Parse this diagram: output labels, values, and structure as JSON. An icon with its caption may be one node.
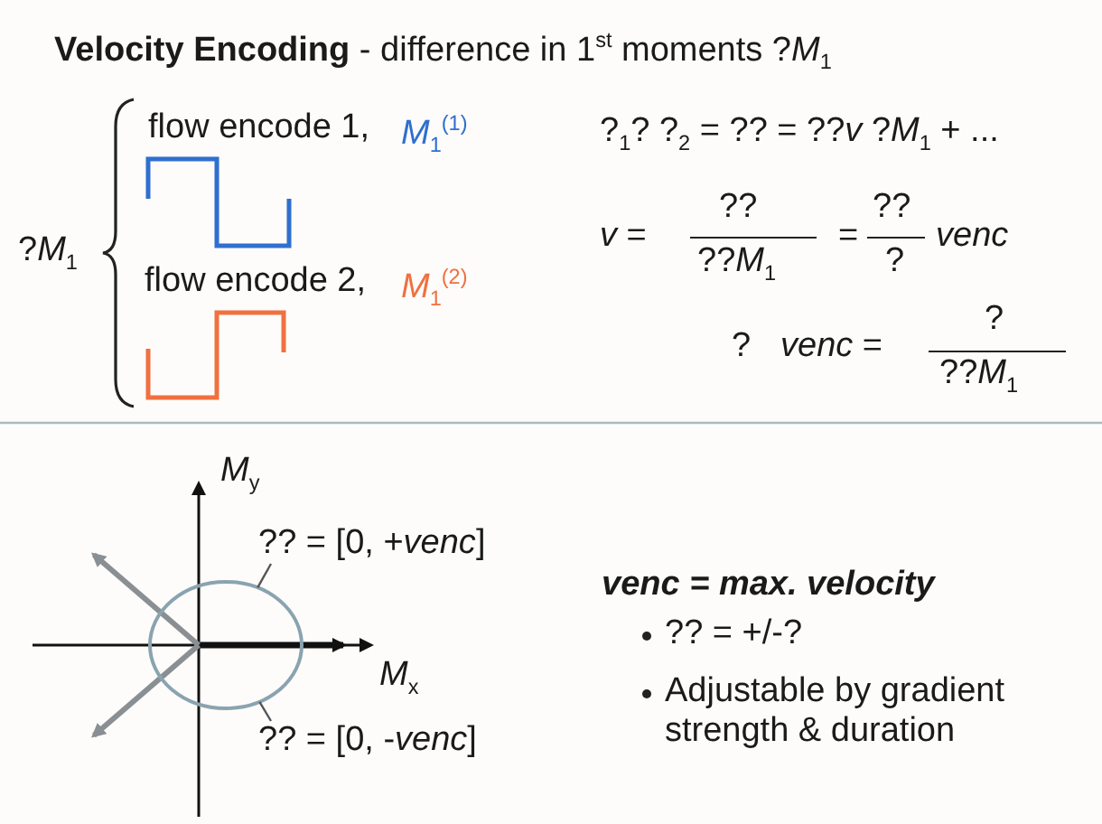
{
  "diagram": {
    "title": "**Velocity Encoding** - difference in 1$^{st}$ moments ?*M*$_{1}$",
    "nodes": [
      {
        "text": [
          "?? = [0, +*venc*]"
        ]
      },
      {
        "text": [
          "?? = [0, -*venc*]"
        ]
      },
      {
        "text": [],
        "shape": "ellipse"
      }
    ],
    "edges": [
      {
        "from": 0,
        "to": 2,
        "arrow": "none"
      },
      {
        "from": 1,
        "to": 2,
        "arrow": "none"
      }
    ],
    "labels": [
      "?*M*$_{1}$",
      "flow encode 1,",
      "*M*$_{1}$$^{(1)}$",
      "flow encode 2,",
      "*M*$_{1}$$^{(2)}$",
      "?$_{1}$? ?$_{2}$ = ?? = ??*v* ?*M*$_{1}$ + ...",
      "*v* =",
      "??",
      "??*M*$_{1}$",
      "=",
      "??",
      "?",
      "*venc*",
      "?",
      "*venc* =",
      "?",
      "??*M*$_{1}$",
      "*M*$_{y}$",
      "*M*$_{x}$",
      "venc = max. velocity",
      "?? = +/-?",
      "Adjustable by gradient strength & duration"
    ]
  }
}
